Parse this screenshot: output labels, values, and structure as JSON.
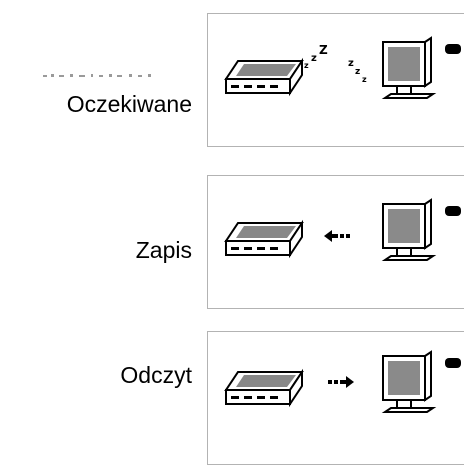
{
  "states": [
    {
      "label": "Oczekiwane",
      "mode": "idle"
    },
    {
      "label": "Zapis",
      "mode": "write"
    },
    {
      "label": "Odczyt",
      "mode": "read"
    }
  ],
  "icons": {
    "device": "usb-device-icon",
    "computer": "computer-monitor-icon",
    "sleep": "sleep-zzz-icon",
    "arrow_left": "arrow-left-icon",
    "arrow_right": "arrow-right-icon"
  }
}
